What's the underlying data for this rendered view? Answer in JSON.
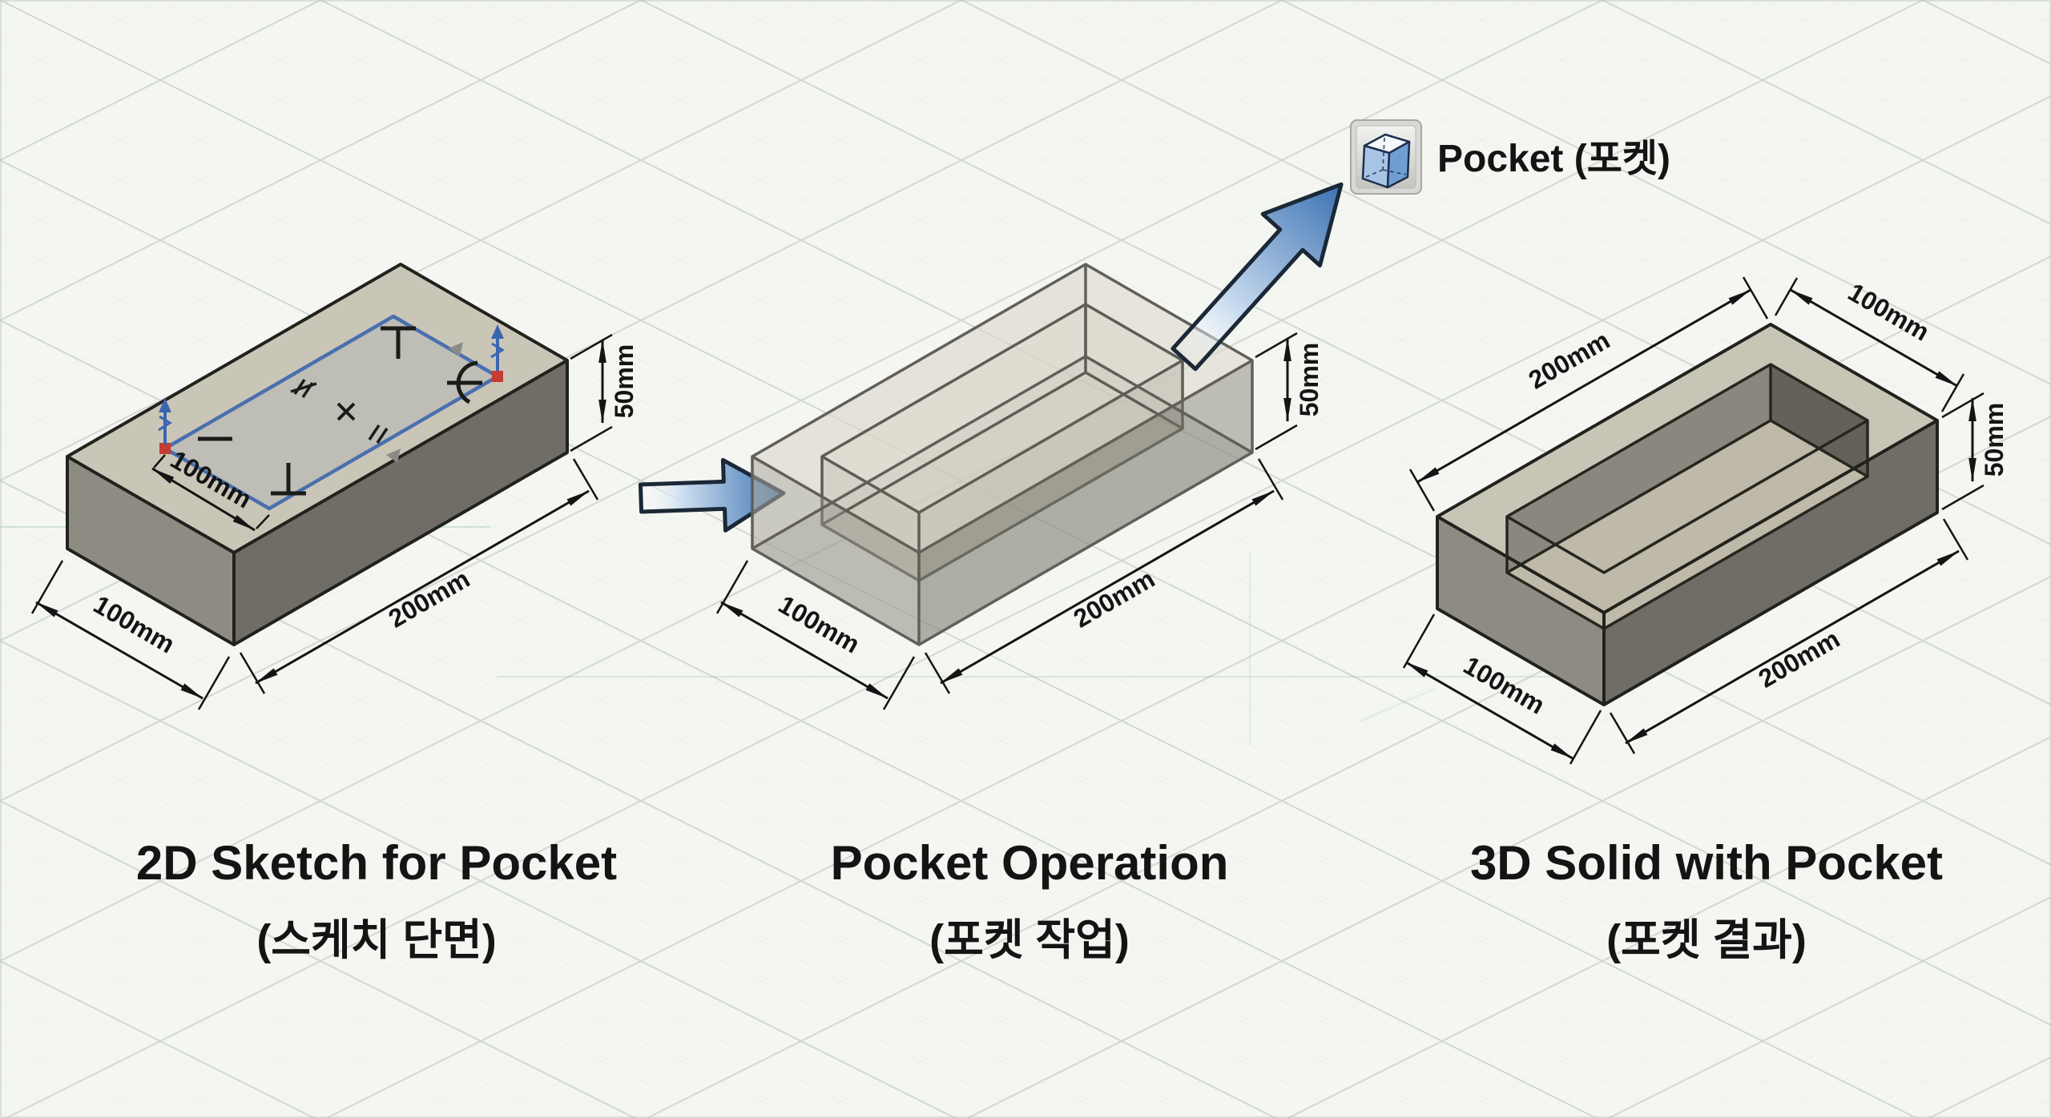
{
  "header": {
    "tool_label": "Pocket (포켓)",
    "tool_icon": "pocket-cube-icon"
  },
  "figures": [
    {
      "title": "2D Sketch for Pocket",
      "subtitle": "(스케치 단면)",
      "dims": {
        "sketch_width": "100mm",
        "width": "100mm",
        "length": "200mm",
        "height": "50mm"
      }
    },
    {
      "title": "Pocket Operation",
      "subtitle": "(포켓 작업)",
      "dims": {
        "width": "100mm",
        "length": "200mm",
        "height": "50mm"
      }
    },
    {
      "title": "3D Solid with Pocket",
      "subtitle": "(포켓 결과)",
      "dims": {
        "top_length": "200mm",
        "top_width": "100mm",
        "height": "50mm",
        "width": "100mm",
        "length": "200mm"
      }
    }
  ],
  "colors": {
    "accent_blue": "#3b72b2",
    "face_top": "#c9c5b6",
    "face_left": "#8e8c82",
    "face_right": "#6f6d65",
    "sketch_blue": "#4a6fae",
    "marker_red": "#c43c34",
    "background": "#f4f6f2"
  }
}
